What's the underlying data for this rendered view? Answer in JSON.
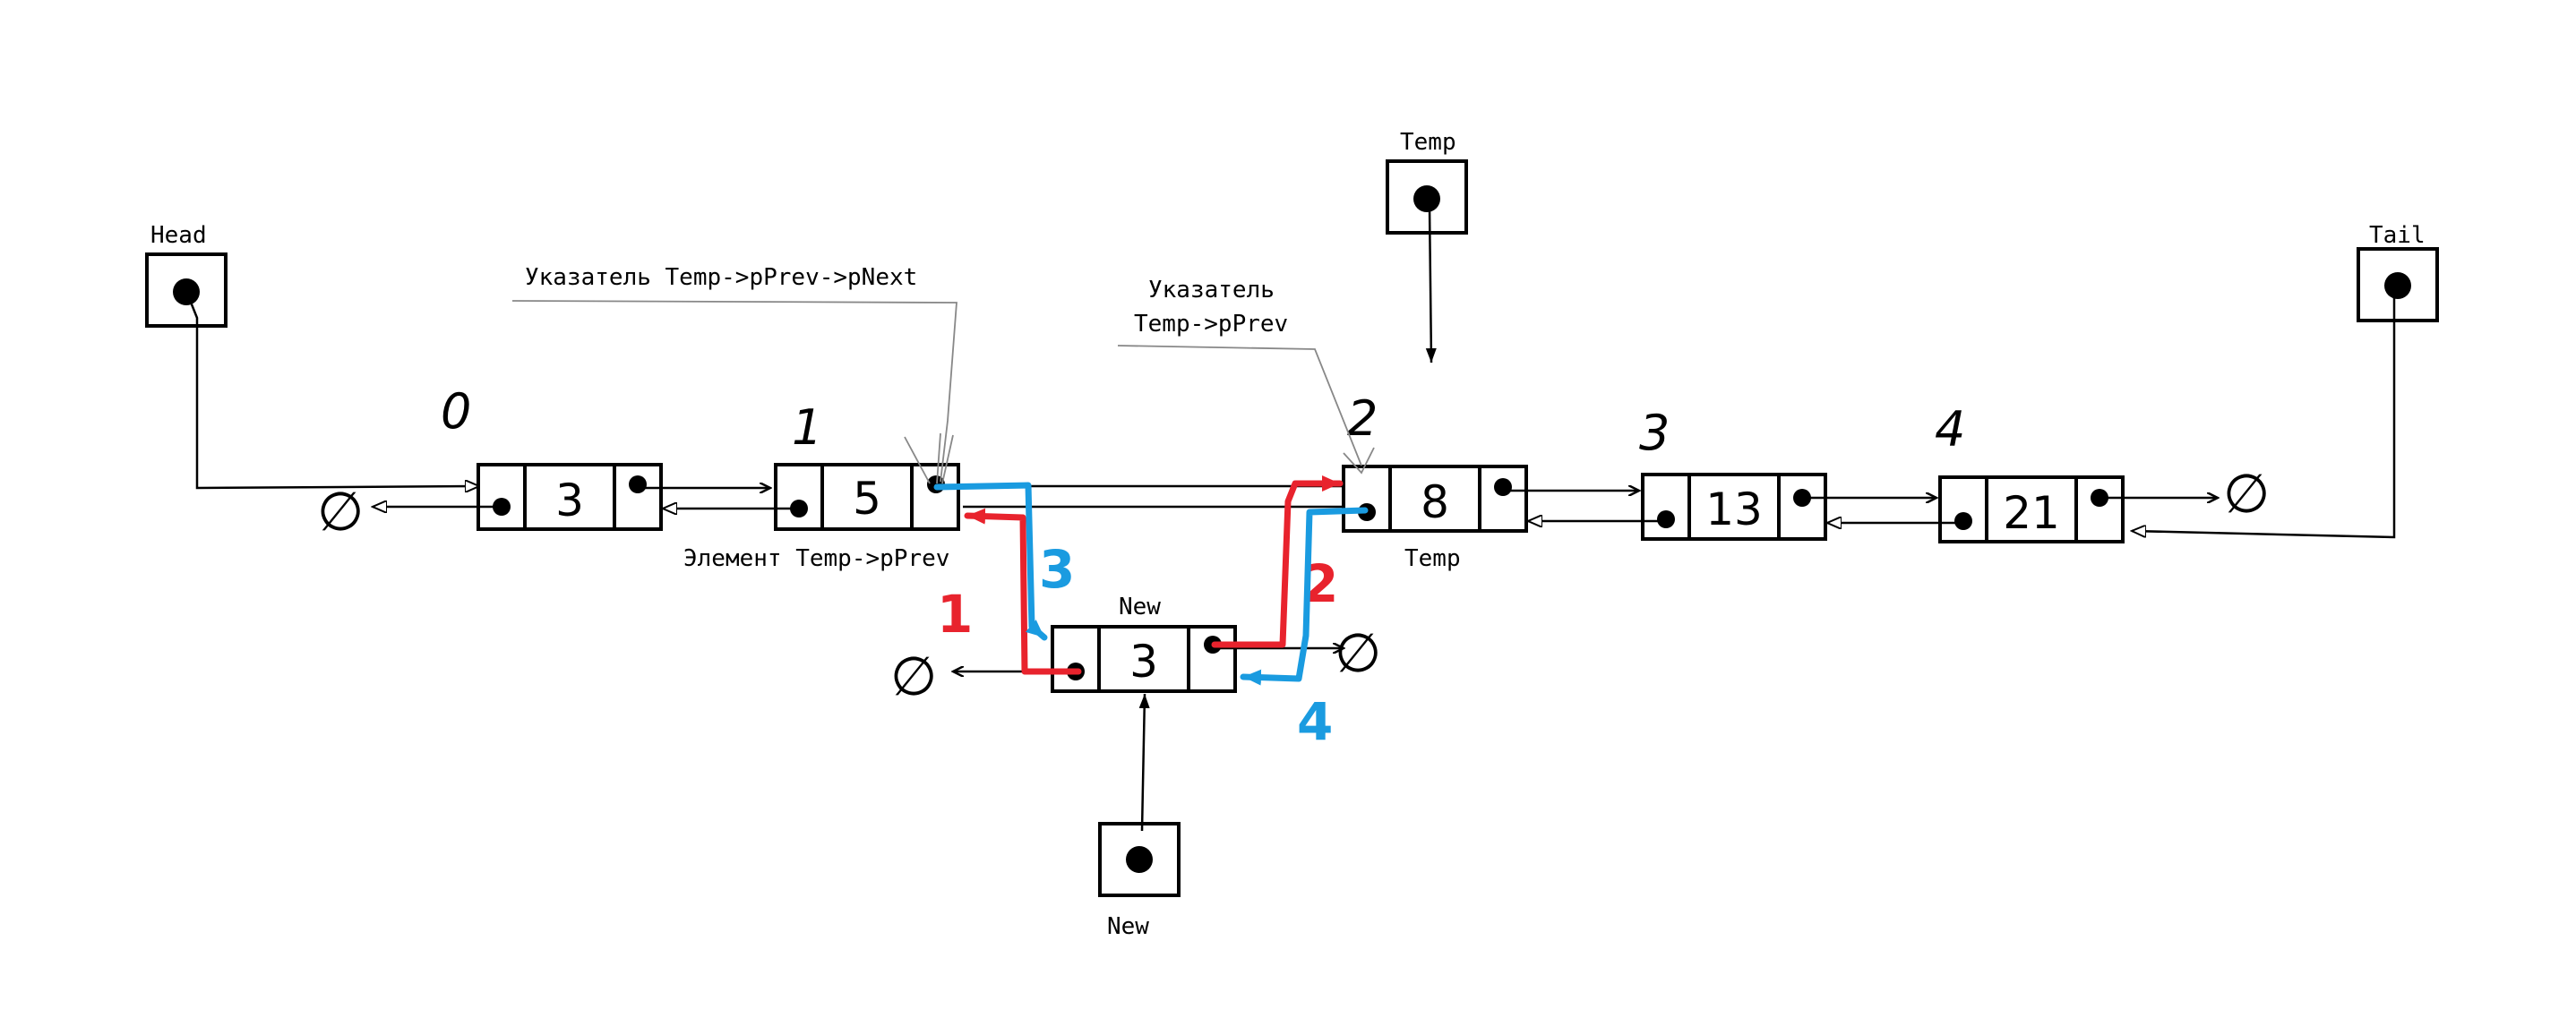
{
  "colors": {
    "ink": "#000000",
    "step_red": "#e8232d",
    "step_blue": "#1a9be0",
    "pointer_note": "#888888"
  },
  "pointers": {
    "head": "Head",
    "tail": "Tail",
    "temp": "Temp",
    "new": "New"
  },
  "node_labels": {
    "temp_node": "Temp",
    "new_node": "New",
    "prev_element": "Элемент Temp->pPrev"
  },
  "annotations": {
    "prev_next_pointer": "Указатель Temp->pPrev->pNext",
    "prev_pointer_line1": "Указатель",
    "prev_pointer_line2": "Temp->pPrev"
  },
  "nodes": [
    {
      "index": "0",
      "value": "3"
    },
    {
      "index": "1",
      "value": "5"
    },
    {
      "index": "2",
      "value": "8"
    },
    {
      "index": "3",
      "value": "13"
    },
    {
      "index": "4",
      "value": "21"
    }
  ],
  "new_node_value": "3",
  "null_symbol": "∅",
  "steps": {
    "s1": "1",
    "s2": "2",
    "s3": "3",
    "s4": "4"
  }
}
